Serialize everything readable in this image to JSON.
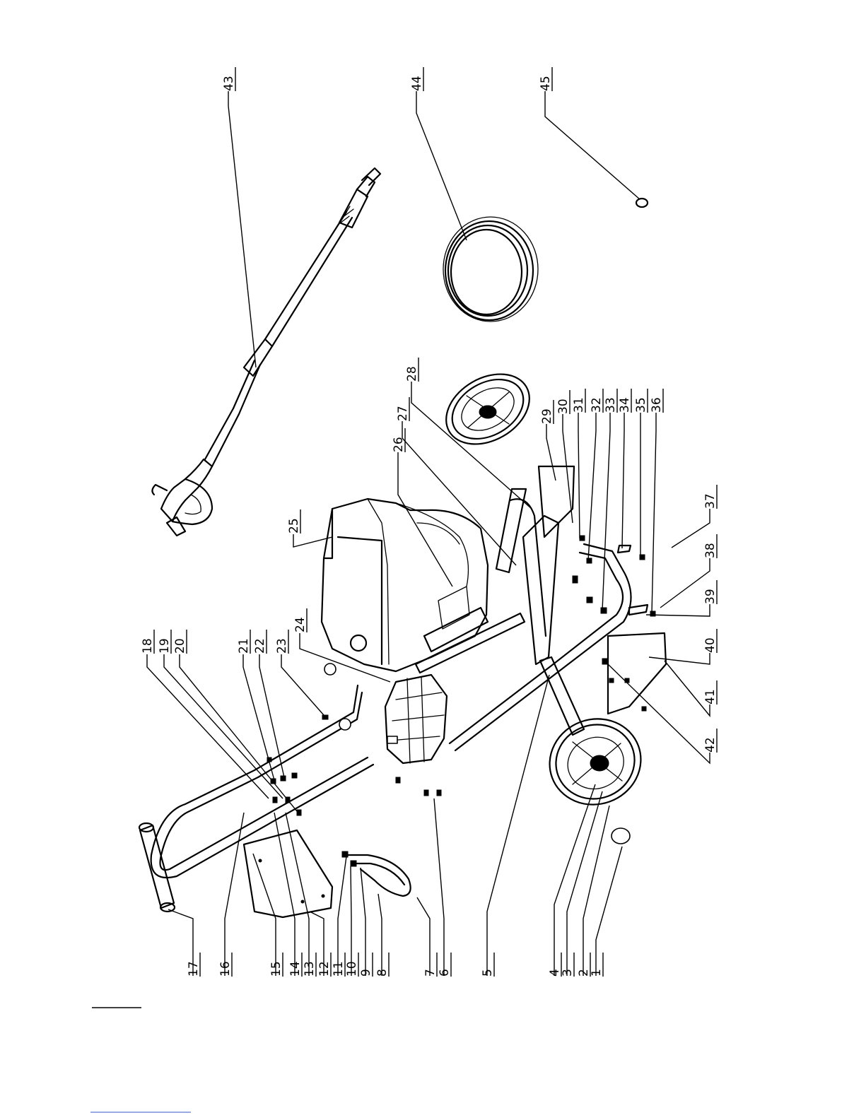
{
  "figure": {
    "callout_numbers": [
      "1",
      "2",
      "3",
      "4",
      "5",
      "6",
      "7",
      "8",
      "9",
      "10",
      "11",
      "12",
      "13",
      "14",
      "15",
      "16",
      "17",
      "18",
      "19",
      "20",
      "21",
      "22",
      "23",
      "24",
      "25",
      "26",
      "27",
      "28",
      "29",
      "30",
      "31",
      "32",
      "33",
      "34",
      "35",
      "36",
      "37",
      "38",
      "39",
      "40",
      "41",
      "42",
      "43",
      "44",
      "45"
    ]
  }
}
